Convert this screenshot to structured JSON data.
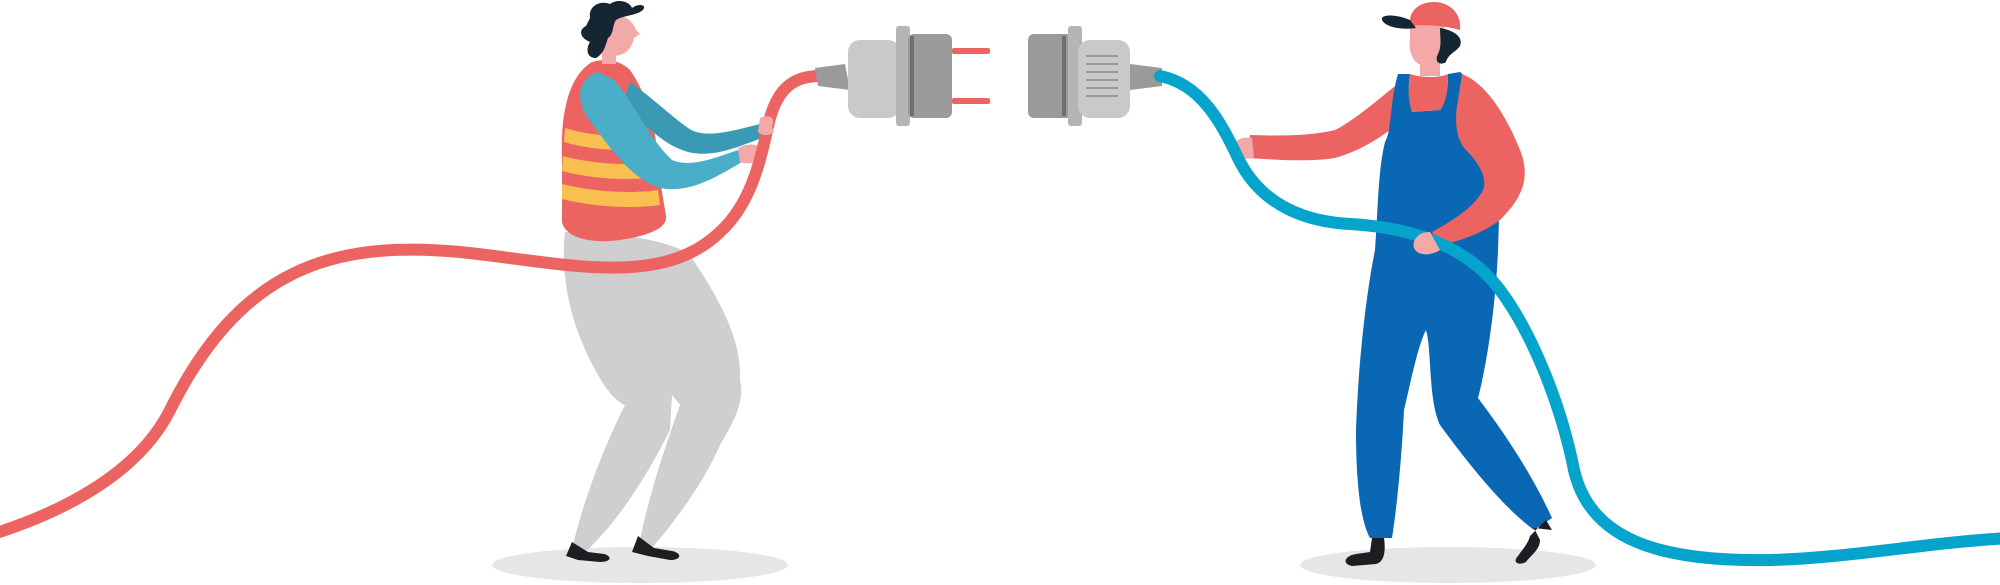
{
  "scene": {
    "figures": [
      {
        "id": "left-person",
        "role": "holding plug",
        "shirt": "#ec6461",
        "stripes": "#f9c04f",
        "sleeve": "#4aaec9",
        "pants": "#d0cfcf",
        "hair": "#152633",
        "skin": "#f2a9a8"
      },
      {
        "id": "right-person",
        "role": "holding socket",
        "overalls": "#0a67b3",
        "shirt": "#ec6461",
        "cap": "#ec6461",
        "hair": "#152633",
        "skin": "#f2a9a8"
      }
    ],
    "connectors": [
      {
        "id": "plug",
        "body": "#c9c9c9",
        "shade": "#9a9a9a",
        "pins": "#ec6461"
      },
      {
        "id": "socket",
        "body": "#c9c9c9",
        "shade": "#9a9a9a"
      }
    ],
    "cables": [
      {
        "id": "red-cable",
        "color": "#ec6461"
      },
      {
        "id": "blue-cable",
        "color": "#05a4cd"
      }
    ],
    "shadow": "#e6e6e6"
  }
}
